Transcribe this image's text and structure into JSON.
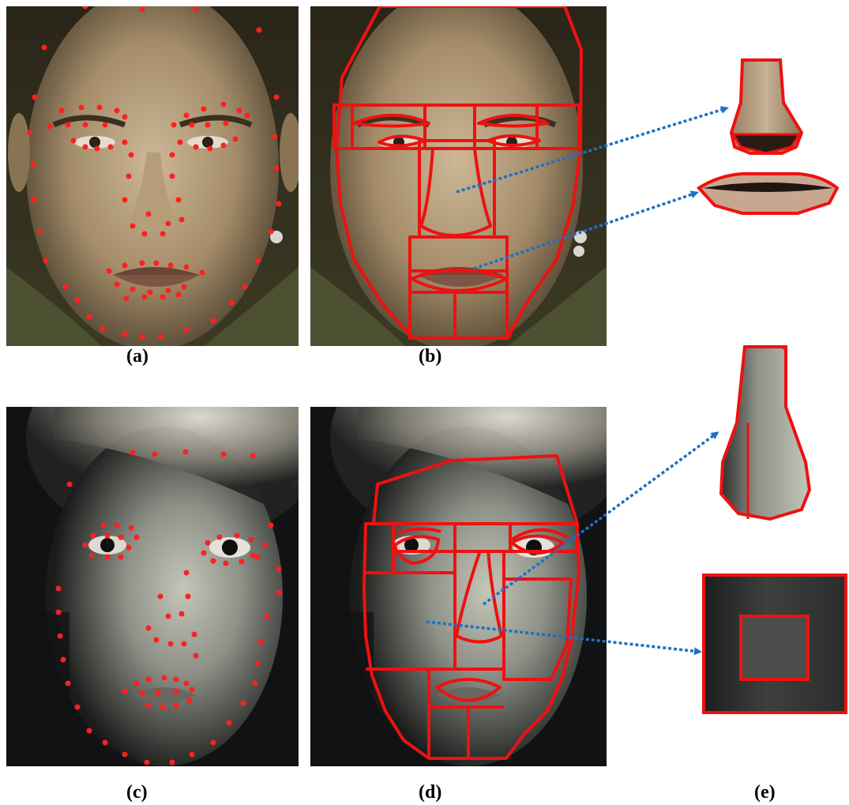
{
  "captions": {
    "a": "(a)",
    "b": "(b)",
    "c": "(c)",
    "d": "(d)",
    "e": "(e)"
  },
  "colors": {
    "landmark": "#ff2020",
    "outline": "#ee1111",
    "arrow": "#1f6fc4",
    "background": "#ffffff"
  },
  "photos": {
    "top": "man-face-photo",
    "bottom": "woman-face-photo"
  }
}
